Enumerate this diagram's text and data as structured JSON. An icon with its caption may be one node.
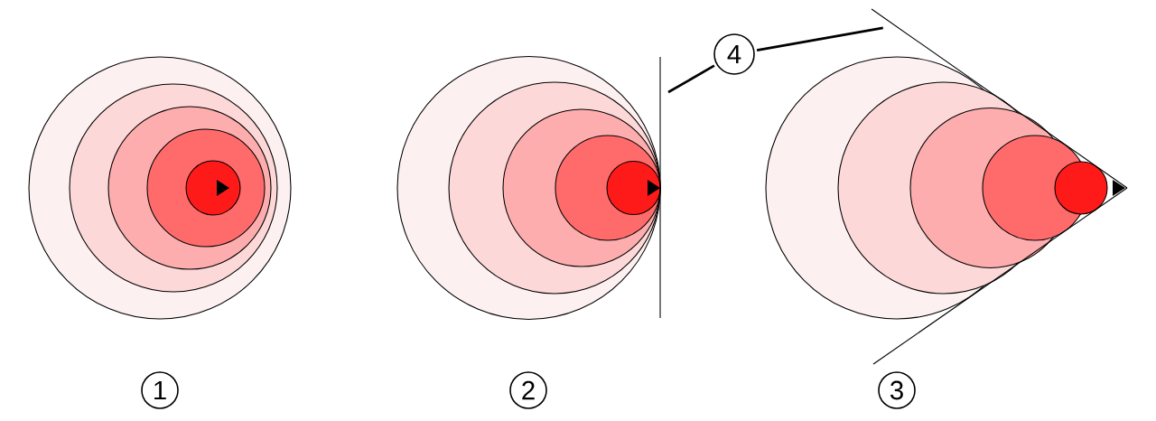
{
  "diagram": {
    "nodes": [
      {
        "text": [
          "1"
        ]
      },
      {
        "text": [
          "2"
        ]
      },
      {
        "text": [
          "3"
        ]
      },
      {
        "text": [
          "4"
        ]
      },
      {
        "text": [],
        "shape": "line"
      },
      {
        "text": [],
        "shape": "line"
      }
    ],
    "edges": [
      {
        "from": 3,
        "to": 4,
        "arrow": "none"
      },
      {
        "from": 3,
        "to": 5,
        "arrow": "none"
      }
    ]
  }
}
